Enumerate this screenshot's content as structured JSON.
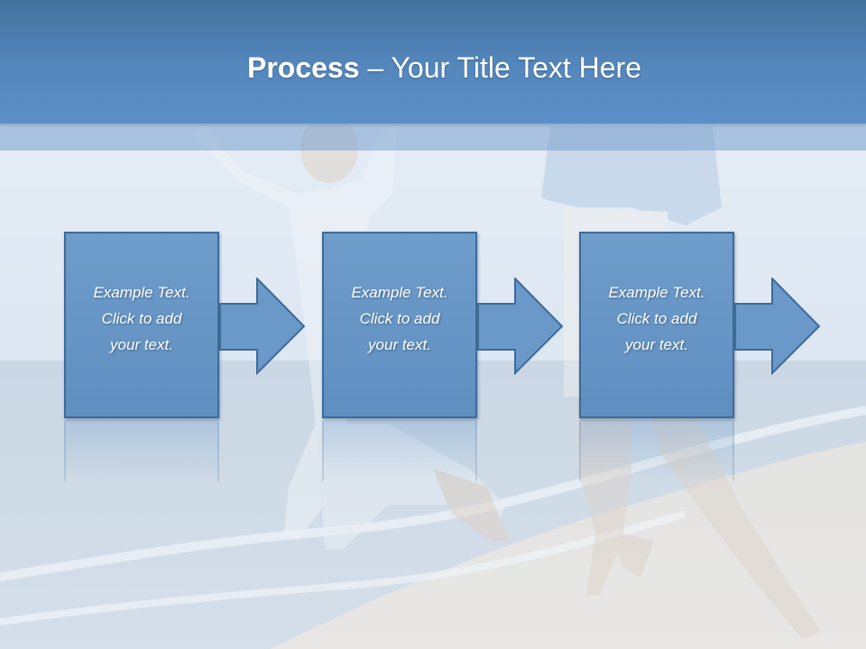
{
  "slide": {
    "title_bold": "Process",
    "title_rest": " – Your Title Text Here"
  },
  "steps": [
    {
      "text": "Example Text.\nClick  to add\nyour text."
    },
    {
      "text": "Example Text.\nClick  to add\nyour text."
    },
    {
      "text": "Example Text.\nClick  to add\nyour text."
    }
  ],
  "colors": {
    "banner": "#5487bd",
    "box_fill": "#6e9ccb",
    "box_border": "#3e6a98",
    "text": "#ffffff"
  }
}
